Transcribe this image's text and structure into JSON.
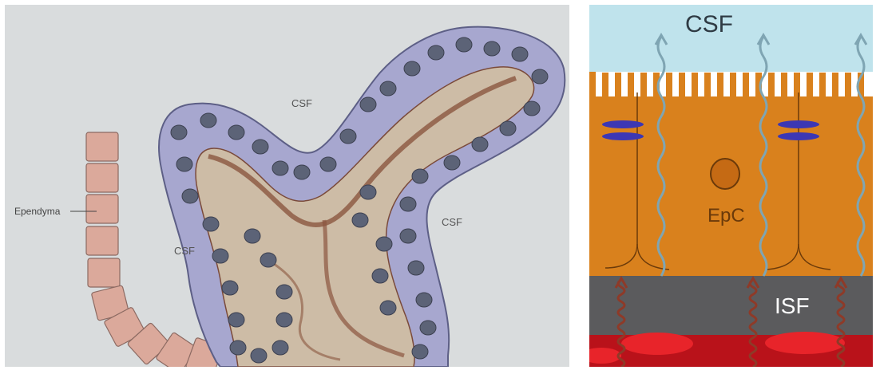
{
  "left_figure": {
    "labels": {
      "csf_top": "CSF",
      "csf_left": "CSF",
      "csf_right": "CSF",
      "ependyma": "Ependyma"
    },
    "colors": {
      "background": "#d9dcdd",
      "ependymal_cell": "#dba99b",
      "epithelial_cell": "#a6a6cf",
      "nucleus": "#5c6377",
      "stroma": "#cdbca6",
      "vessel": "#8b5640"
    }
  },
  "right_figure": {
    "labels": {
      "csf": "CSF",
      "epc": "EpC",
      "isf": "ISF"
    },
    "colors": {
      "csf": "#bfe3ec",
      "epithelium": "#d9811d",
      "isf": "#5b5b5d",
      "blood": "#d4141a",
      "tight_junction": "#3c37b4",
      "arrow_up": "#7fa5b3",
      "arrow_bottom": "#8e3a28"
    }
  }
}
